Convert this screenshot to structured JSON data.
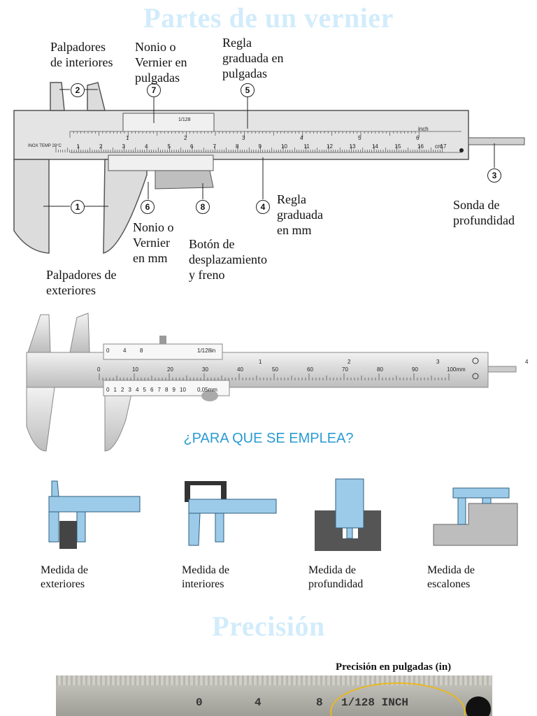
{
  "title": "Partes de un vernier",
  "labels": {
    "l2": "Palpadores\nde interiores",
    "l7": "Nonio o\nVernier en\npulgadas",
    "l5": "Regla\ngraduada en\npulgadas",
    "l4": "Regla\ngraduada\nen mm",
    "l3": "Sonda de\nprofundidad",
    "l6": "Nonio o\nVernier\nen mm",
    "l8": "Botón de\ndesplazamiento\ny freno",
    "l1": "Palpadores de\nexteriores"
  },
  "callouts": [
    "1",
    "2",
    "3",
    "4",
    "5",
    "6",
    "7",
    "8"
  ],
  "diagram1": {
    "mm_scale": [
      "1",
      "2",
      "3",
      "4",
      "5",
      "6",
      "7",
      "8",
      "9",
      "10",
      "11",
      "12",
      "13",
      "14",
      "15",
      "16",
      "17"
    ],
    "inch_scale": [
      "1",
      "2",
      "3",
      "4",
      "5",
      "6"
    ],
    "mm_unit": "cm",
    "inch_unit": "inch",
    "vernier_label": "1/128",
    "body_text": "INOX TEMP\n20°C"
  },
  "diagram2": {
    "mm_scale": [
      "0",
      "10",
      "20",
      "30",
      "40",
      "50",
      "60",
      "70",
      "80",
      "90",
      "100mm"
    ],
    "inch_top": [
      "1",
      "2",
      "3",
      "4"
    ],
    "vernier_in": [
      "0",
      "4",
      "8",
      "1/128in"
    ],
    "vernier_mm": [
      "0",
      "1",
      "2",
      "3",
      "4",
      "5",
      "6",
      "7",
      "8",
      "9",
      "10",
      "0,05mm"
    ]
  },
  "section2": {
    "heading": "¿PARA QUE SE EMPLEA?"
  },
  "uses": [
    {
      "label": "Medida de\nexteriores"
    },
    {
      "label": "Medida de\ninteriores"
    },
    {
      "label": "Medida de\nprofundidad"
    },
    {
      "label": "Medida de\nescalones"
    }
  ],
  "section3": {
    "title": "Precisión",
    "photo_caption": "Precisión en pulgadas (in)",
    "photo_scale": [
      "0",
      "4",
      "8",
      "1/128 INCH"
    ]
  },
  "colors": {
    "title": "#d2ecfb",
    "heading": "#2a9bd3",
    "tool_blue": "#8fc7ea",
    "metal": "#d9d9d9"
  }
}
